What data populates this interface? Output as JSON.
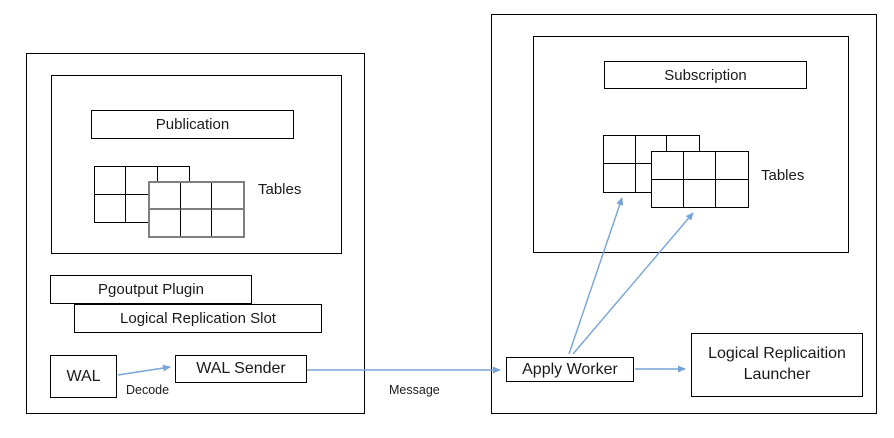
{
  "publisher": {
    "publication_label": "Publication",
    "tables_label": "Tables",
    "pgoutput_label": "Pgoutput Plugin",
    "slot_label": "Logical Replication Slot",
    "wal_label": "WAL",
    "wal_sender_label": "WAL Sender"
  },
  "subscriber": {
    "subscription_label": "Subscription",
    "tables_label": "Tables",
    "apply_worker_label": "Apply Worker",
    "launcher_line1": "Logical Replicaition",
    "launcher_line2": "Launcher"
  },
  "connector_labels": {
    "decode": "Decode",
    "message": "Message"
  },
  "colors": {
    "line": "#000000",
    "arrow": "#76A3D8",
    "table_accent": "#7F7F7F",
    "text": "#1A1A1A",
    "background": "#FFFFFF"
  }
}
